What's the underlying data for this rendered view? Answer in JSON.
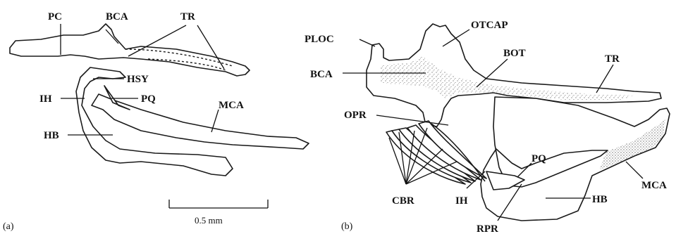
{
  "panel_a": {
    "caption": "(a)",
    "labels": {
      "pc": "PC",
      "bca": "BCA",
      "tr": "TR",
      "hsy": "HSY",
      "ih": "IH",
      "pq": "PQ",
      "mca": "MCA",
      "hb": "HB"
    },
    "scale_bar": "0.5 mm"
  },
  "panel_b": {
    "caption": "(b)",
    "labels": {
      "ploc": "PLOC",
      "otcap": "OTCAP",
      "bot": "BOT",
      "tr": "TR",
      "bca": "BCA",
      "opr": "OPR",
      "pq": "PQ",
      "mca": "MCA",
      "cbr": "CBR",
      "ih": "IH",
      "hb": "HB",
      "rpr": "RPR"
    }
  },
  "colors": {
    "line": "#1a1a1a",
    "stipple": "#555555"
  }
}
